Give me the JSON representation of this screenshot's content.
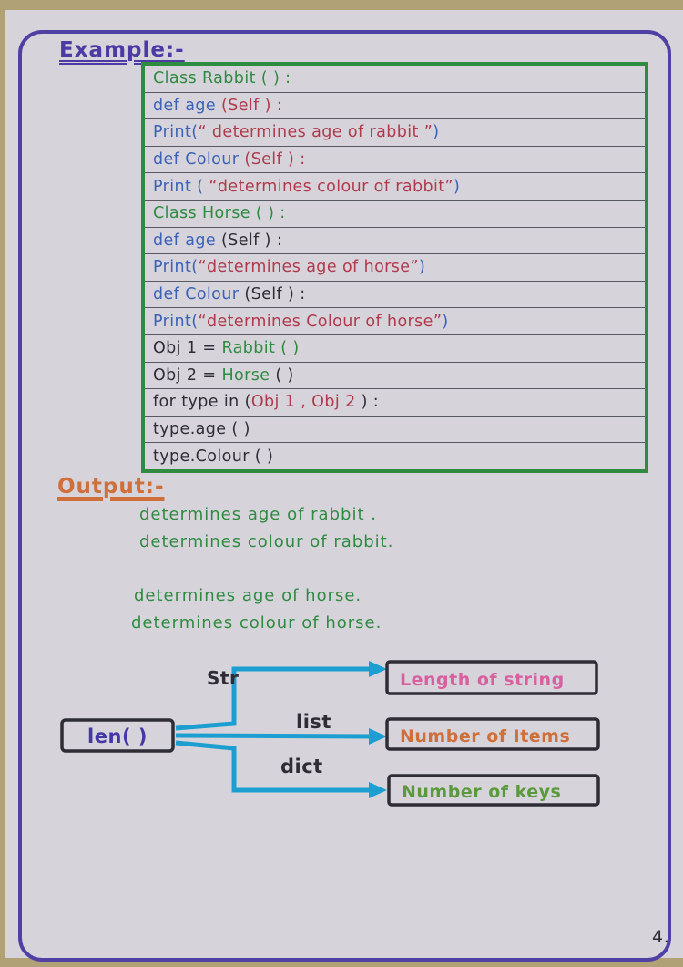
{
  "colors": {
    "green": "#2e8b3f",
    "maroon": "#b03a4c",
    "blue": "#3c62b8",
    "black": "#2e2d35",
    "purple": "#4c3ba5",
    "orange": "#cf6f3a",
    "pink": "#d8609f",
    "leaf_green": "#5a9a3c",
    "cyan": "#1c9fd0",
    "indigo": "#4438a8",
    "table_border_green": "#2e8b3f",
    "page_border_purple": "#5040a4"
  },
  "header": {
    "example_label": "Example:-"
  },
  "code_table": {
    "rows": [
      {
        "segments": [
          {
            "text": "Class Rabbit ( ) :",
            "color": "green"
          }
        ]
      },
      {
        "segments": [
          {
            "text": "def age ",
            "color": "blue"
          },
          {
            "text": "(Self ) :",
            "color": "maroon"
          }
        ]
      },
      {
        "segments": [
          {
            "text": "Print(",
            "color": "blue"
          },
          {
            "text": "“ determines age of rabbit ”",
            "color": "maroon"
          },
          {
            "text": ")",
            "color": "blue"
          }
        ]
      },
      {
        "segments": [
          {
            "text": "def Colour ",
            "color": "blue"
          },
          {
            "text": "(Self ) :",
            "color": "maroon"
          }
        ]
      },
      {
        "segments": [
          {
            "text": "Print ( ",
            "color": "blue"
          },
          {
            "text": "“determines colour of rabbit”",
            "color": "maroon"
          },
          {
            "text": ")",
            "color": "blue"
          }
        ]
      },
      {
        "segments": [
          {
            "text": "Class Horse ( ) :",
            "color": "green"
          }
        ]
      },
      {
        "segments": [
          {
            "text": "def age ",
            "color": "blue"
          },
          {
            "text": "(Self ) :",
            "color": "black"
          }
        ]
      },
      {
        "segments": [
          {
            "text": "Print(",
            "color": "blue"
          },
          {
            "text": "“determines age of horse”",
            "color": "maroon"
          },
          {
            "text": ")",
            "color": "blue"
          }
        ]
      },
      {
        "segments": [
          {
            "text": "def Colour ",
            "color": "blue"
          },
          {
            "text": "(Self ) :",
            "color": "black"
          }
        ]
      },
      {
        "segments": [
          {
            "text": "Print(",
            "color": "blue"
          },
          {
            "text": "“determines Colour of horse”",
            "color": "maroon"
          },
          {
            "text": ")",
            "color": "blue"
          }
        ]
      },
      {
        "segments": [
          {
            "text": "Obj 1 = ",
            "color": "black"
          },
          {
            "text": "Rabbit ( )",
            "color": "green"
          }
        ]
      },
      {
        "segments": [
          {
            "text": "Obj 2 = ",
            "color": "black"
          },
          {
            "text": "Horse ",
            "color": "green"
          },
          {
            "text": "( )",
            "color": "black"
          }
        ]
      },
      {
        "segments": [
          {
            "text": "for type in (",
            "color": "black"
          },
          {
            "text": "Obj 1 , Obj 2 ",
            "color": "maroon"
          },
          {
            "text": ") :",
            "color": "black"
          }
        ]
      },
      {
        "segments": [
          {
            "text": "type.age ( )",
            "color": "black"
          }
        ]
      },
      {
        "segments": [
          {
            "text": "type.Colour ( )",
            "color": "black"
          }
        ]
      }
    ]
  },
  "output": {
    "label": "Output:-",
    "lines": [
      "determines age of rabbit .",
      "determines colour of rabbit.",
      "determines age of horse.",
      "determines colour of horse."
    ]
  },
  "diagram": {
    "source_label": "len( )",
    "arrow_color": "#1c9fd0",
    "branches": [
      {
        "label": "Str",
        "target": "Length of string",
        "target_color": "pink"
      },
      {
        "label": "list",
        "target": "Number of Items",
        "target_color": "orange"
      },
      {
        "label": "dict",
        "target": "Number of keys",
        "target_color": "leaf_green"
      }
    ]
  },
  "footer": {
    "page_number": "4."
  }
}
